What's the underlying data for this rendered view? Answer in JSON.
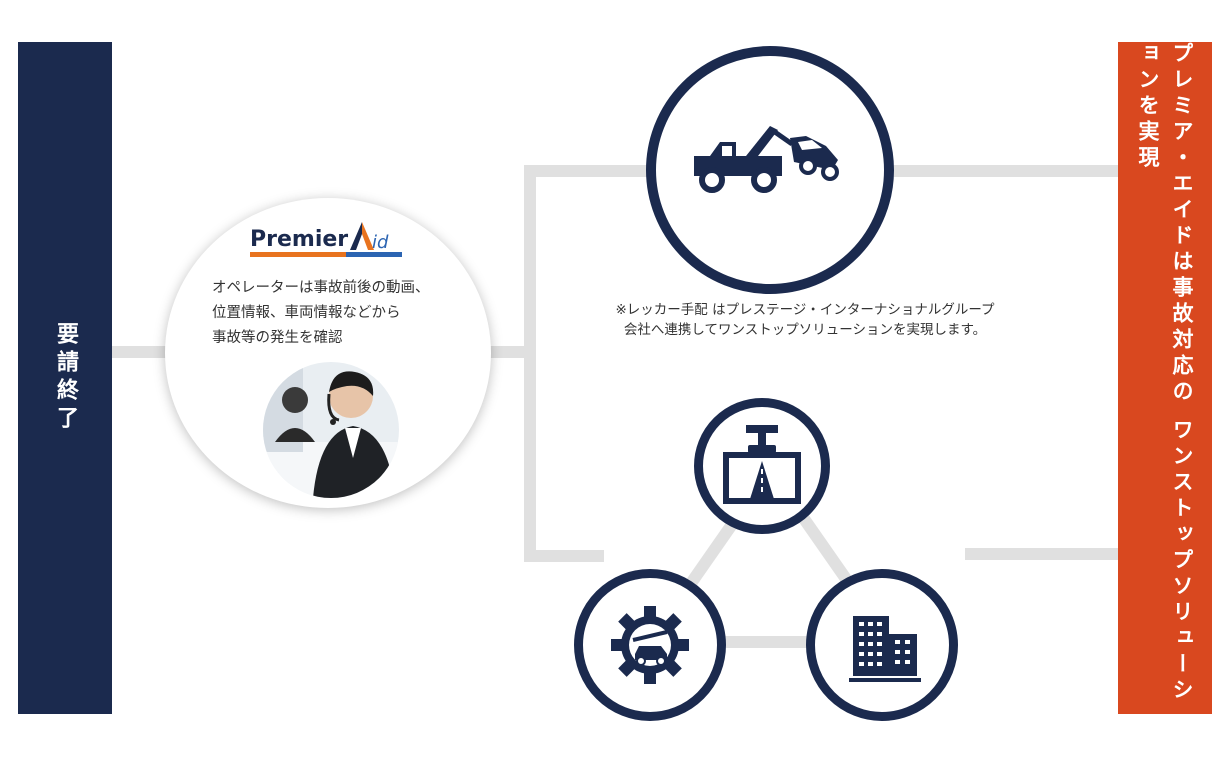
{
  "left_bar": {
    "text": "要請終了",
    "color": "#1b2a4e"
  },
  "right_bar": {
    "line1": "プレミア・エイドは事故対応の",
    "line2": "ワンストップソリューションを実現",
    "color": "#d9481f"
  },
  "operator": {
    "logo_text_main": "Premier",
    "logo_text_a": "A",
    "logo_text_id": "id",
    "lines": [
      "オペレーターは事故前後の動画、",
      "位置情報、車両情報などから",
      "事故等の発生を確認"
    ]
  },
  "note": {
    "lines": [
      "※レッカー手配 はプレステージ・インターナショナルグループ",
      "会社へ連携してワンストップソリューションを実現します。"
    ]
  },
  "icons": [
    {
      "name": "tow-truck-icon"
    },
    {
      "name": "dashcam-icon"
    },
    {
      "name": "car-repair-gear-icon"
    },
    {
      "name": "office-building-icon"
    }
  ],
  "colors": {
    "navy": "#1b2a4e",
    "orange": "#d9481f",
    "connector": "#e0e0e0"
  }
}
